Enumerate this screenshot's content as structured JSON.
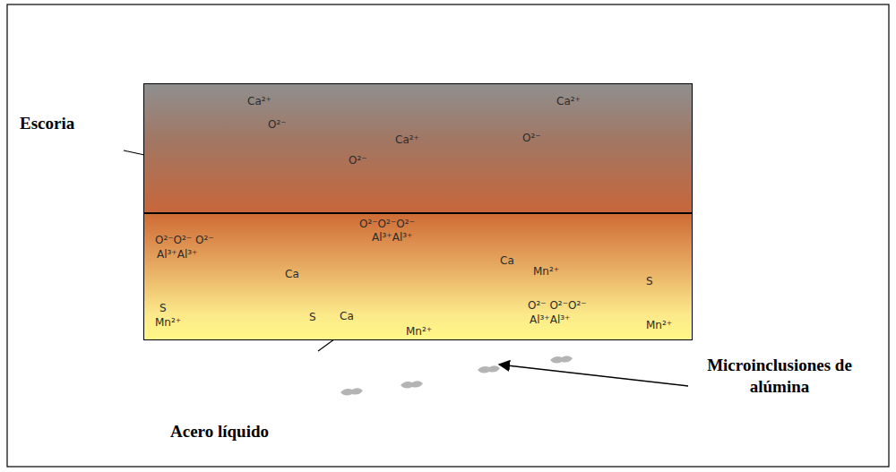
{
  "diagram": {
    "nodes": [
      {
        "text": [
          "Ca²⁺",
          "O²⁻",
          "Ca²⁺",
          "O²⁻",
          "Ca²⁺",
          "O²⁻"
        ]
      },
      {
        "text": [
          "O²⁻O²⁻ O²⁻",
          "Al³⁺Al³⁺",
          "O²⁻O²⁻O²⁻",
          "Al³⁺Al³⁺",
          "Ca",
          "Ca",
          "Mn²⁺",
          "S",
          "S",
          "Mn²⁺",
          "S",
          "Ca",
          "Mn²⁺",
          "O²⁻ O²⁻O²⁻",
          "Al³⁺Al³⁺",
          "Mn²⁺"
        ]
      }
    ],
    "labels": [
      "Escoria",
      "Acero líquido",
      "Microinclusiones de alúmina"
    ]
  }
}
